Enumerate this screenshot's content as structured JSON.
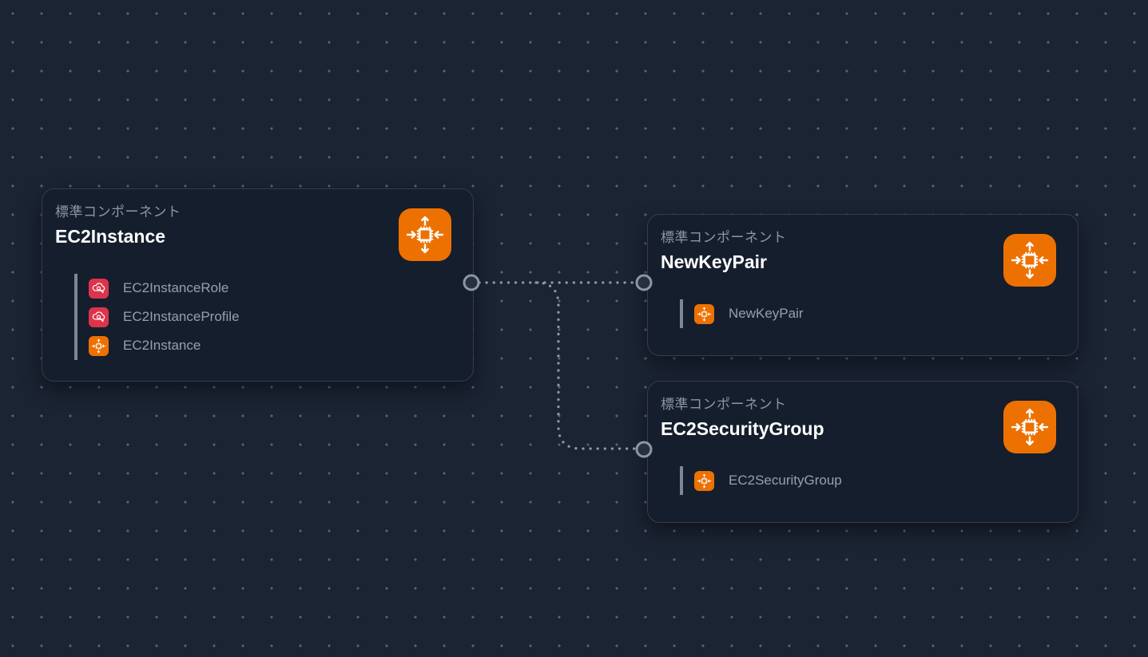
{
  "app": {
    "name": "infrastructure-composer-canvas"
  },
  "canvas": {
    "background_color": "#1b2433",
    "grid_dot_color": "#8a96a5"
  },
  "colors": {
    "card_background": "#151e2c",
    "card_border": "#323d4e",
    "accent_orange": "#ed7100",
    "accent_red": "#dd344c",
    "title_text": "#ffffff",
    "muted_text": "#8c98a7",
    "connector": "#8d99a8"
  },
  "nodes": [
    {
      "category_label": "標準コンポーネント",
      "title": "EC2Instance",
      "service_icon": "ec2-compute-icon",
      "items": [
        {
          "label": "EC2InstanceRole",
          "icon": "iam-role-icon",
          "icon_color": "#dd344c"
        },
        {
          "label": "EC2InstanceProfile",
          "icon": "iam-role-icon",
          "icon_color": "#dd344c"
        },
        {
          "label": "EC2Instance",
          "icon": "ec2-compute-icon",
          "icon_color": "#ed7100"
        }
      ]
    },
    {
      "category_label": "標準コンポーネント",
      "title": "NewKeyPair",
      "service_icon": "ec2-compute-icon",
      "items": [
        {
          "label": "NewKeyPair",
          "icon": "ec2-compute-icon",
          "icon_color": "#ed7100"
        }
      ]
    },
    {
      "category_label": "標準コンポーネント",
      "title": "EC2SecurityGroup",
      "service_icon": "ec2-compute-icon",
      "items": [
        {
          "label": "EC2SecurityGroup",
          "icon": "ec2-compute-icon",
          "icon_color": "#ed7100"
        }
      ]
    }
  ],
  "connections": [
    {
      "from": "EC2Instance",
      "to": "NewKeyPair"
    },
    {
      "from": "EC2Instance",
      "to": "EC2SecurityGroup"
    }
  ]
}
